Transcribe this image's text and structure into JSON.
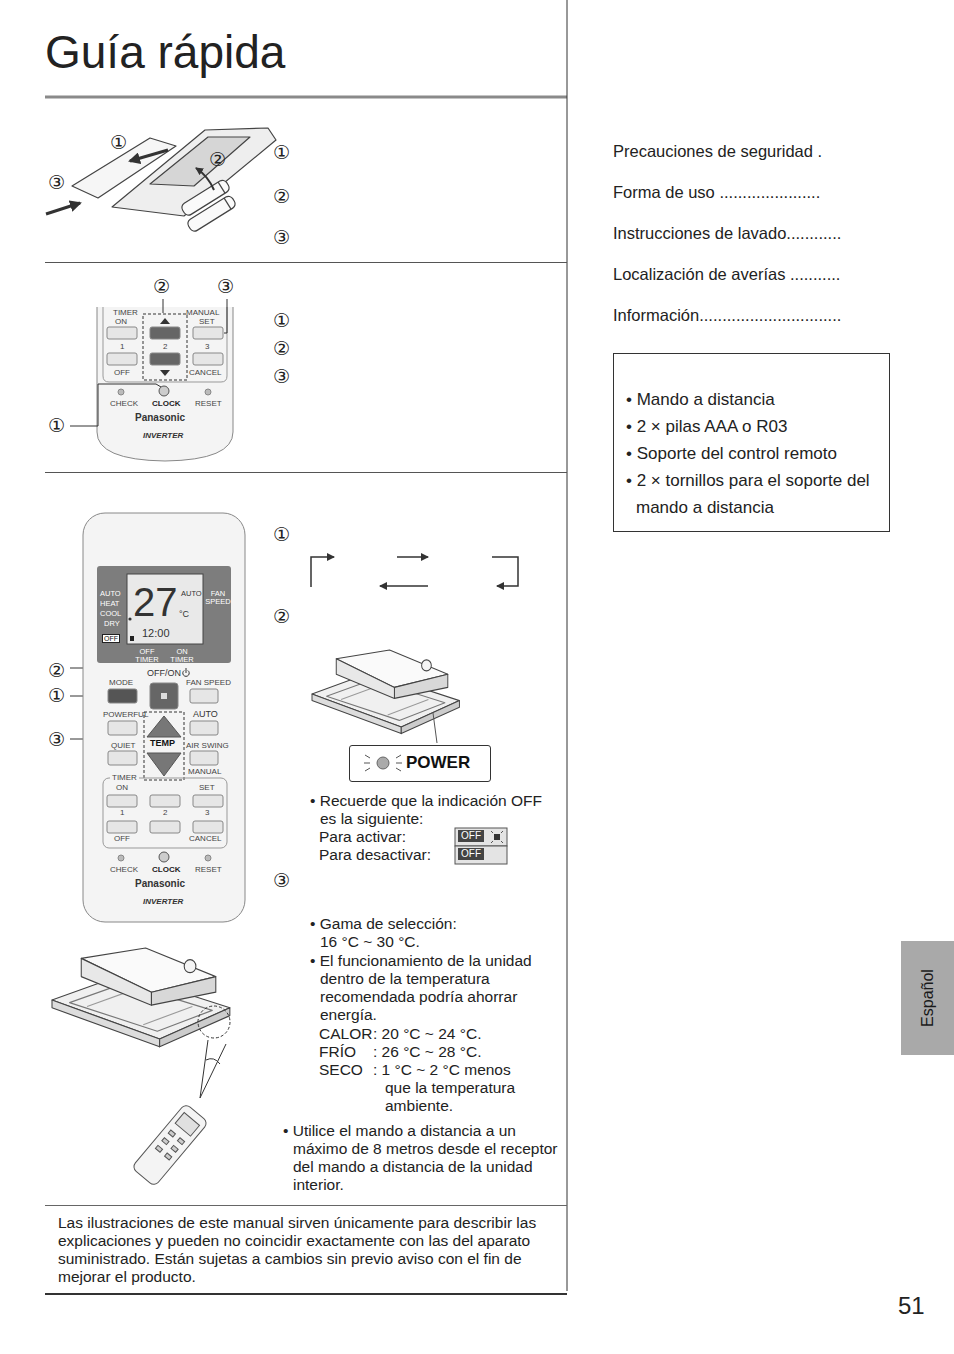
{
  "diagram": {
    "title": "Guía rápida",
    "nodes": [
      {
        "text": [
          "• Mando a distancia",
          "• 2 × pilas AAA o R03",
          "• Soporte del control remoto",
          "• 2 × tornillos para el soporte del mando a distancia"
        ]
      },
      {
        "text": [
          "POWER"
        ]
      },
      {
        "text": [
          "Las ilustraciones de este manual sirven únicamente para describir las explicaciones y pueden no coincidir exactamente con las del aparato suministrado. Están sujetas a cambios sin previo aviso con el fin de mejorar el producto."
        ]
      },
      {
        "text": [
          "Español"
        ]
      }
    ],
    "labels": [
      "①",
      "②",
      "③",
      "①",
      "②",
      "③",
      "②",
      "③",
      "①",
      "①",
      "②",
      "③",
      "TIMER",
      "MANUAL",
      "ON",
      "SET",
      "1",
      "2",
      "3",
      "OFF",
      "CANCEL",
      "CHECK",
      "CLOCK",
      "RESET",
      "Panasonic",
      "INVERTER",
      "AUTO",
      "HEAT",
      "COOL",
      "DRY",
      "OFF",
      "27",
      "°C",
      "AUTO",
      "FAN SPEED",
      "12:00",
      "OFF TIMER",
      "ON TIMER",
      "OFF/ON",
      "MODE",
      "FAN SPEED",
      "POWERFUL",
      "AUTO",
      "QUIET",
      "TEMP",
      "AIR SWING",
      "MANUAL",
      "TIMER",
      "ON",
      "SET",
      "1",
      "2",
      "3",
      "OFF",
      "CANCEL",
      "CHECK",
      "CLOCK",
      "RESET",
      "Panasonic",
      "INVERTER",
      "②",
      "①",
      "③",
      "①",
      "②",
      "③",
      "• Recuerde que la indicación OFF es la siguiente:",
      "Para activar:",
      "Para desactivar:",
      "OFF",
      "OFF",
      "• Gama de selección: 16 °C ~ 30 °C.",
      "• El funcionamiento de la unidad dentro de la temperatura recomendada podría ahorrar energía.",
      "CALOR",
      ": 20 °C ~ 24 °C.",
      "FRÍO",
      ": 26 °C ~ 28 °C.",
      "SECO",
      ": 1 °C ~ 2 °C menos que la temperatura ambiente.",
      "• Utilice el mando a distancia a un máximo de 8 metros desde el receptor del mando a distancia de la unidad interior.",
      "Precauciones de seguridad .",
      "Forma de uso ......................",
      "Instrucciones de lavado............",
      "Localización de averías ...........",
      "Información...............................",
      "51"
    ]
  }
}
